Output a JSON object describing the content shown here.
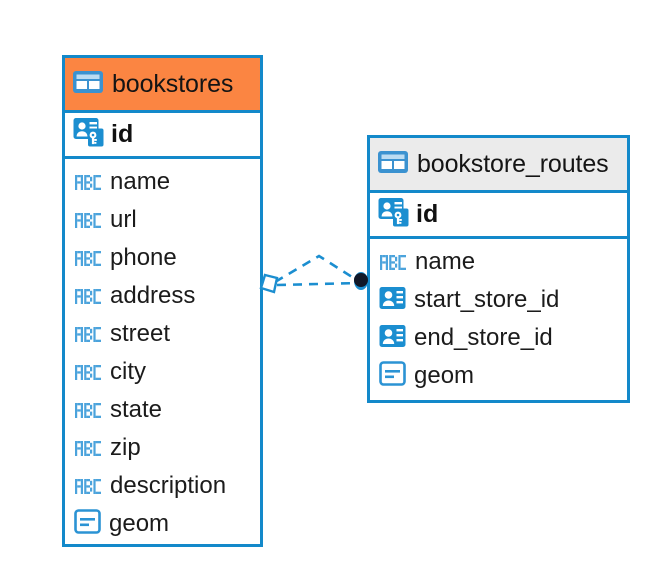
{
  "diagram": {
    "type": "entity-relationship-diagram",
    "colors": {
      "border": "#1389ca",
      "header_accent": "#fb8542",
      "header_neutral": "#ebebeb",
      "icon_blue": "#1b8ed0",
      "icon_light_blue": "#55a8dd",
      "text": "#141414",
      "connector": "#1b8ed0",
      "connector_endpoint": "#101828"
    },
    "entities": [
      {
        "id": "bookstores",
        "title": "bookstores",
        "header_style": "accent",
        "primary_key": {
          "name": "id",
          "icon": "primary-key-icon"
        },
        "columns": [
          {
            "name": "name",
            "icon": "abc-text-icon"
          },
          {
            "name": "url",
            "icon": "abc-text-icon"
          },
          {
            "name": "phone",
            "icon": "abc-text-icon"
          },
          {
            "name": "address",
            "icon": "abc-text-icon"
          },
          {
            "name": "street",
            "icon": "abc-text-icon"
          },
          {
            "name": "city",
            "icon": "abc-text-icon"
          },
          {
            "name": "state",
            "icon": "abc-text-icon"
          },
          {
            "name": "zip",
            "icon": "abc-text-icon"
          },
          {
            "name": "description",
            "icon": "abc-text-icon"
          },
          {
            "name": "geom",
            "icon": "geometry-icon"
          }
        ]
      },
      {
        "id": "bookstore_routes",
        "title": "bookstore_routes",
        "header_style": "neutral",
        "primary_key": {
          "name": "id",
          "icon": "primary-key-icon"
        },
        "columns": [
          {
            "name": "name",
            "icon": "abc-text-icon"
          },
          {
            "name": "start_store_id",
            "icon": "foreign-key-icon"
          },
          {
            "name": "end_store_id",
            "icon": "foreign-key-icon"
          },
          {
            "name": "geom",
            "icon": "geometry-icon"
          }
        ]
      }
    ],
    "relationship": {
      "from": "bookstores",
      "to": "bookstore_routes",
      "style": "dashed",
      "source_marker": "diamond-marker",
      "target_marker": "filled-circle-marker"
    }
  }
}
